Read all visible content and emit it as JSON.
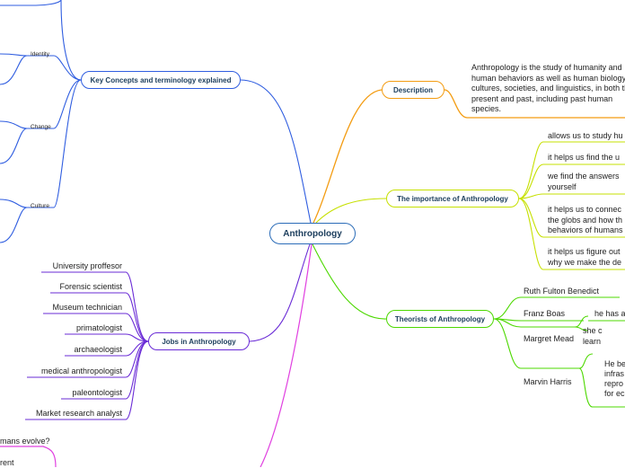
{
  "central": "Anthropology",
  "branches": {
    "description": {
      "label": "Description",
      "text": "Anthropology is the study of humanity and human behaviors as well as human biology, cultures, societies, and linguistics, in both the present and past, including past human species.",
      "color": "#f39c12"
    },
    "importance": {
      "label": "The importance of Anthropology",
      "color": "#c6e000",
      "items": [
        "allows us to study hu",
        "it helps us find the u",
        "we find the answers\nyourself",
        "it helps us to connec\nthe globs and how th\nbehaviors of humans",
        "it helps us figure out\nwhy we make the de"
      ]
    },
    "theorists": {
      "label": "Theorists of Anthropology",
      "color": "#4cd800",
      "items": [
        {
          "name": "Ruth Fulton Benedict",
          "detail": ""
        },
        {
          "name": "Franz Boas",
          "detail": "he has a"
        },
        {
          "name": "Margret Mead",
          "detail": "she c\nlearn"
        },
        {
          "name": "Marvin Harris",
          "detail": "He be\ninfras\nrepro\nfor ec"
        }
      ]
    },
    "concepts": {
      "label": "Key Concepts and terminology explained",
      "color": "#2f5de0",
      "items": [
        "Identity",
        "Change",
        "Culture"
      ]
    },
    "jobs": {
      "label": "Jobs in Anthropology",
      "color": "#6a2bd6",
      "items": [
        "University proffesor",
        "Forensic scientist",
        "Museum technician",
        "primatologist",
        "archaeologist",
        "medical anthropologist",
        "paleontologist",
        "Market research analyst"
      ]
    },
    "bottom": {
      "color": "#e040e0",
      "items": [
        "mans evolve?",
        "rent"
      ]
    }
  }
}
